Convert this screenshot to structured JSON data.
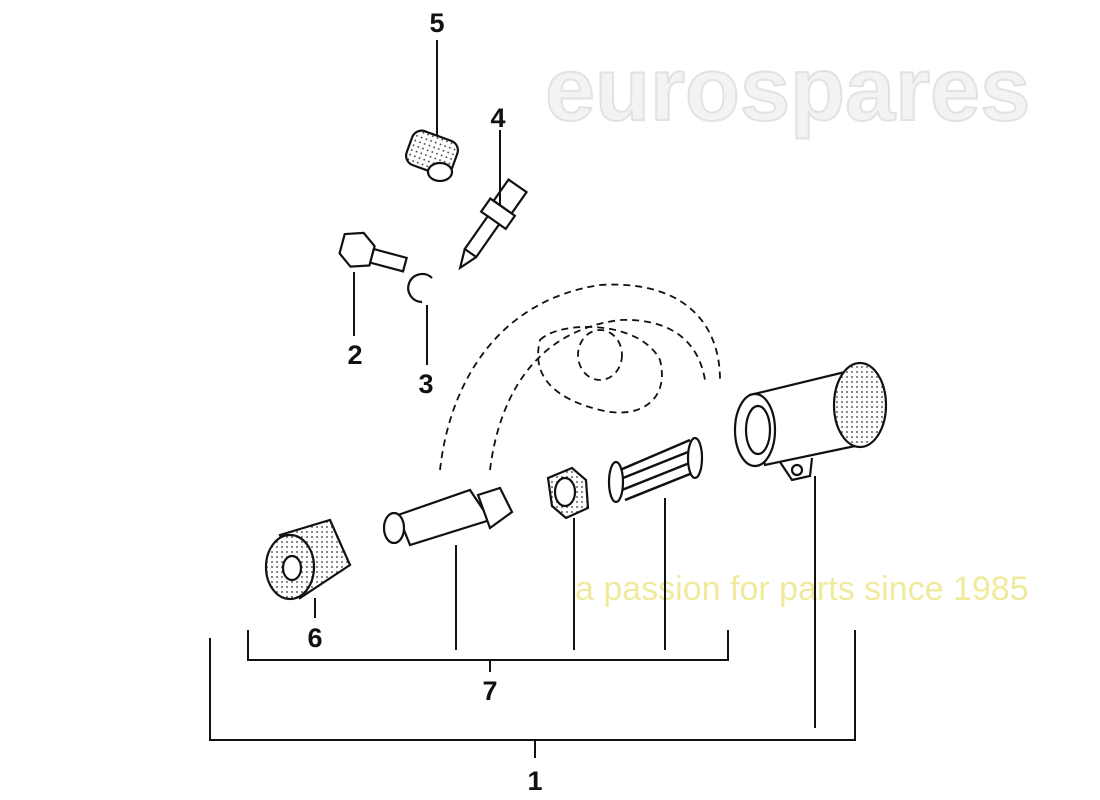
{
  "watermark": {
    "brand": "eurospares",
    "tagline": "a passion for parts since 1985",
    "tagline_color": "#f4f1b8"
  },
  "callouts": [
    {
      "id": "1",
      "label": "1"
    },
    {
      "id": "2",
      "label": "2"
    },
    {
      "id": "3",
      "label": "3"
    },
    {
      "id": "4",
      "label": "4"
    },
    {
      "id": "5",
      "label": "5"
    },
    {
      "id": "6",
      "label": "6"
    },
    {
      "id": "7",
      "label": "7"
    }
  ]
}
